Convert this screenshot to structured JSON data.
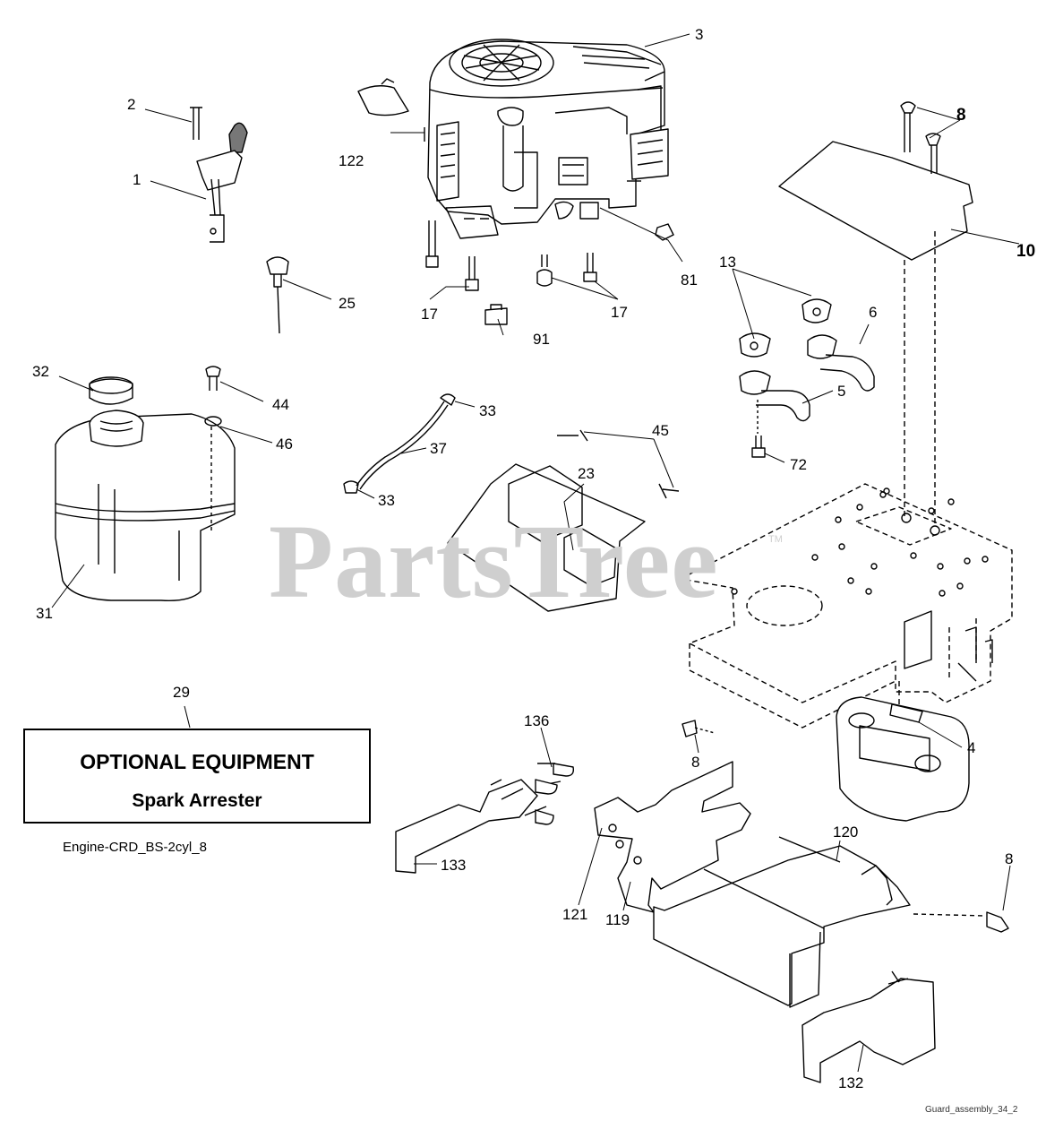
{
  "watermark": {
    "text": "PartsTree",
    "tm": "TM"
  },
  "optional_box": {
    "title": "OPTIONAL EQUIPMENT",
    "subtitle": "Spark Arrester"
  },
  "caption": "Engine-CRD_BS-2cyl_8",
  "footer": "Guard_assembly_34_2",
  "labels": {
    "p1": "1",
    "p2": "2",
    "p3": "3",
    "p4": "4",
    "p5": "5",
    "p6": "6",
    "p8a": "8",
    "p8b": "8",
    "p8c": "8",
    "p10": "10",
    "p13": "13",
    "p17a": "17",
    "p17b": "17",
    "p23": "23",
    "p25": "25",
    "p29": "29",
    "p31": "31",
    "p32": "32",
    "p33a": "33",
    "p33b": "33",
    "p37": "37",
    "p44": "44",
    "p45": "45",
    "p46": "46",
    "p72": "72",
    "p81": "81",
    "p91": "91",
    "p119": "119",
    "p120": "120",
    "p121": "121",
    "p122": "122",
    "p132": "132",
    "p133": "133",
    "p136": "136"
  }
}
